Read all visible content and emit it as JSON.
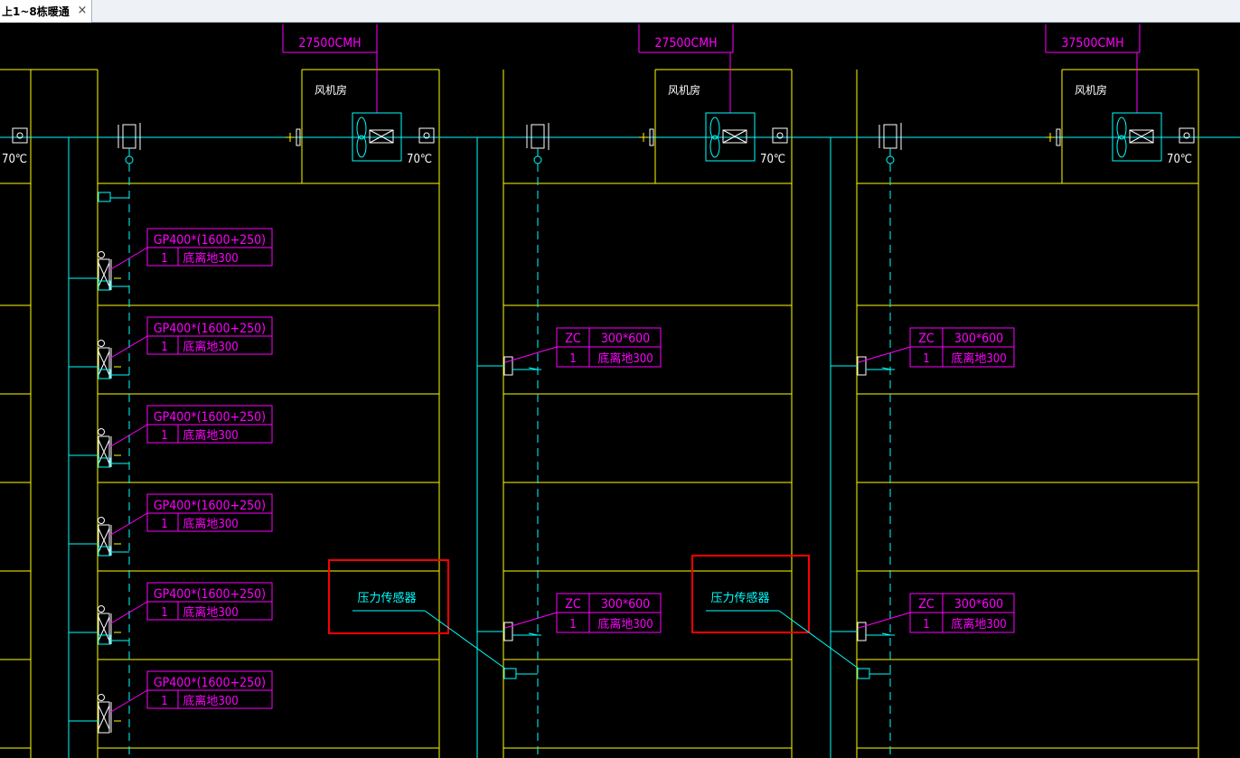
{
  "tab": {
    "title": "上1~8栋暖通",
    "close_icon": "close-icon"
  },
  "airflows": [
    "27500CMH",
    "27500CMH",
    "37500CMH"
  ],
  "fan_room_label": "风机房",
  "temp_label": "70℃",
  "gp_label": {
    "size": "GP400*(1600+250)",
    "qty": "1",
    "height": "底离地300"
  },
  "zc_label": {
    "type": "ZC",
    "size": "300*600",
    "qty": "1",
    "height": "底离地300"
  },
  "sensor_label": "压力传感器",
  "colors": {
    "wall": "#ffff00",
    "duct": "#00ffff",
    "tag": "#ff00ff",
    "highlight": "#ff0000",
    "marker": "#ffff00",
    "background": "#000000"
  }
}
